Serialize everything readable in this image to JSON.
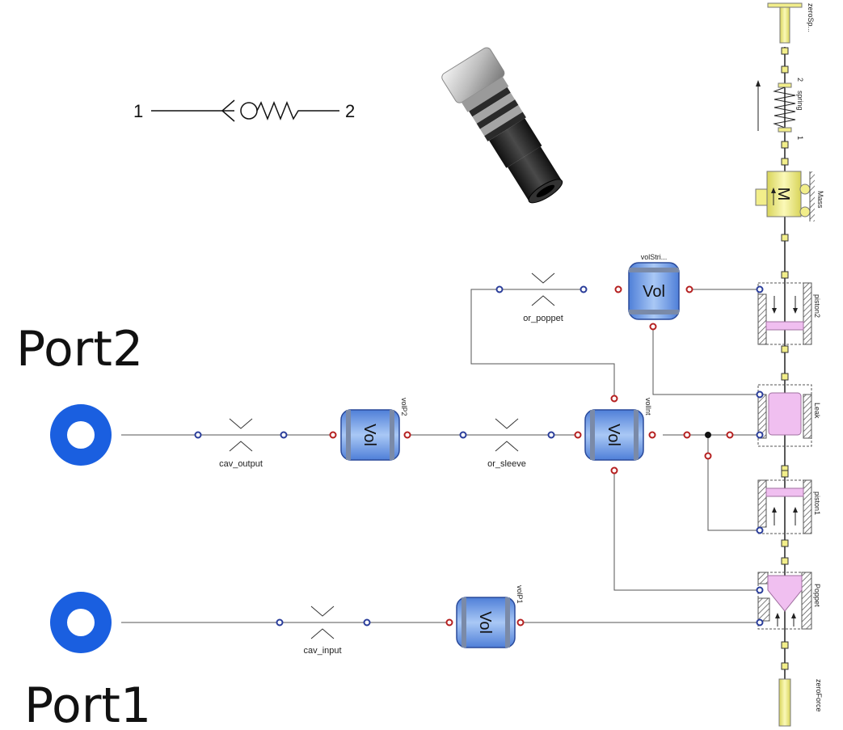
{
  "symbol": {
    "port_a": "1",
    "port_b": "2"
  },
  "ports": {
    "port2": "Port2",
    "port1": "Port1"
  },
  "components": {
    "cav_output": "cav_output",
    "cav_input": "cav_input",
    "or_sleeve": "or_sleeve",
    "or_poppet": "or_poppet",
    "volP2": "volP2",
    "volP1": "volP1",
    "volInt": "volInt",
    "volStri": "volStri...",
    "vol_text": "Vol",
    "piston2": "piston2",
    "piston1": "piston1",
    "leak": "Leak",
    "poppet": "Poppet",
    "mass": "Mass",
    "mass_symbol": "M",
    "spring": "spring",
    "spring_pin_1": "1",
    "spring_pin_2": "2",
    "zerosp": "zeroSp...",
    "zeroforce": "zeroForce"
  },
  "colors": {
    "port_blue": "#1a5fe0",
    "vol_blue": "#8fb5f0",
    "mech_yellow": "#f2ee8a",
    "piston_pink": "#f0bff0",
    "hydraulic_red": "#b52020",
    "hydraulic_blue": "#2a3d9a"
  }
}
